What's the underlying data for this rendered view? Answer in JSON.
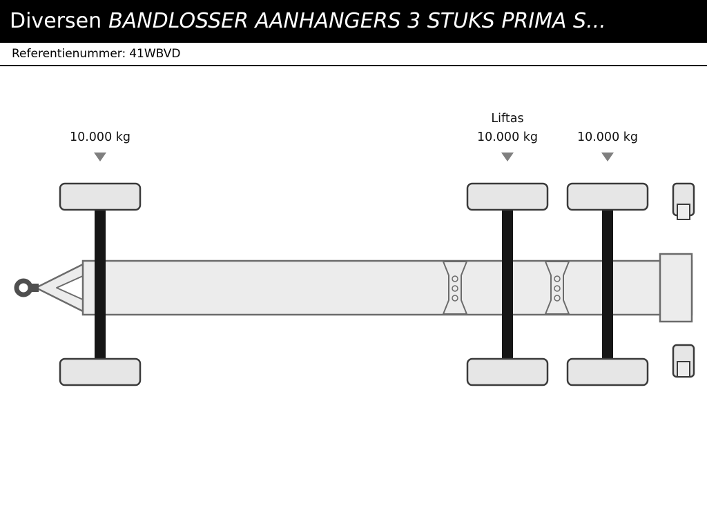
{
  "header": {
    "brand": "Diversen",
    "title": "BANDLOSSER AANHANGERS 3 STUKS PRIMA S...",
    "bg_color": "#000000",
    "text_color": "#ffffff"
  },
  "reference": {
    "label": "Referentienummer:",
    "value": "41WBVD"
  },
  "diagram": {
    "type": "trailer-top-view-schematic",
    "axle_labels": [
      {
        "id": "axle-1",
        "lift_label": "",
        "weight": "10.000 kg"
      },
      {
        "id": "axle-2",
        "lift_label": "Liftas",
        "weight": "10.000 kg"
      },
      {
        "id": "axle-3",
        "lift_label": "",
        "weight": "10.000 kg"
      }
    ],
    "colors": {
      "chassis_fill": "#ececec",
      "outline": "#6b6b6b",
      "axle_bar": "#161616",
      "tire_stroke": "#3a3a3a",
      "marker": "#7f7f7f"
    }
  }
}
